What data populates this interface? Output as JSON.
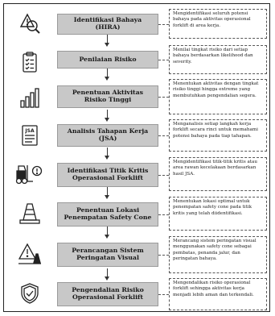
{
  "steps": [
    {
      "icon": "hazard-search-icon",
      "title": "Identifikasi Bahaya (HIRA)",
      "description": "Mengidentifikasi seluruh potensi bahaya pada aktivitas operasional forklift di area kerja."
    },
    {
      "icon": "clipboard-checklist-icon",
      "title": "Penilaian Risiko",
      "description": "Menilai tingkat risiko dari setiap bahaya berdasarkan likelihood dan severity."
    },
    {
      "icon": "bar-chart-icon",
      "title": "Penentuan Aktivitas Risiko Tinggi",
      "description": "Menentukan aktivitas dengan tingkat risiko tinggi hingga extreme yang membutuhkan pengendalian segera."
    },
    {
      "icon": "jsa-document-icon",
      "title": "Analisis Tahapan Kerja (JSA)",
      "description": "Menganalisis setiap langkah kerja forklift secara rinci untuk memahami potensi bahaya pada tiap tahapan."
    },
    {
      "icon": "forklift-warning-icon",
      "title": "Identifikasi Titik Kritis Operasional Forklift",
      "description": "Mengidentifikasi titik-titik kritis atau area rawan kecelakaan berdasarkan hasil JSA."
    },
    {
      "icon": "safety-cone-icon",
      "title": "Penentuan Lokasi Penempatan Safety Cone",
      "description": "Menentukan lokasi optimal untuk penempatan safety cone pada titik kritis yang telah diidentifikasi."
    },
    {
      "icon": "warning-triangle-cones-icon",
      "title": "Perancangan Sistem Peringatan Visual",
      "description": "Merancang sistem peringatan visual menggunakan safety cone sebagai pembatas, penanda jalur, dan peringatan bahaya."
    },
    {
      "icon": "shield-check-icon",
      "title": "Pengendalian Risiko Operasional Forklift",
      "description": "Mengendalikan risiko operasional forklift sehingga aktivitas kerja menjadi lebih aman dan terkendali."
    }
  ],
  "icon_text": {
    "jsa": "JSA"
  }
}
